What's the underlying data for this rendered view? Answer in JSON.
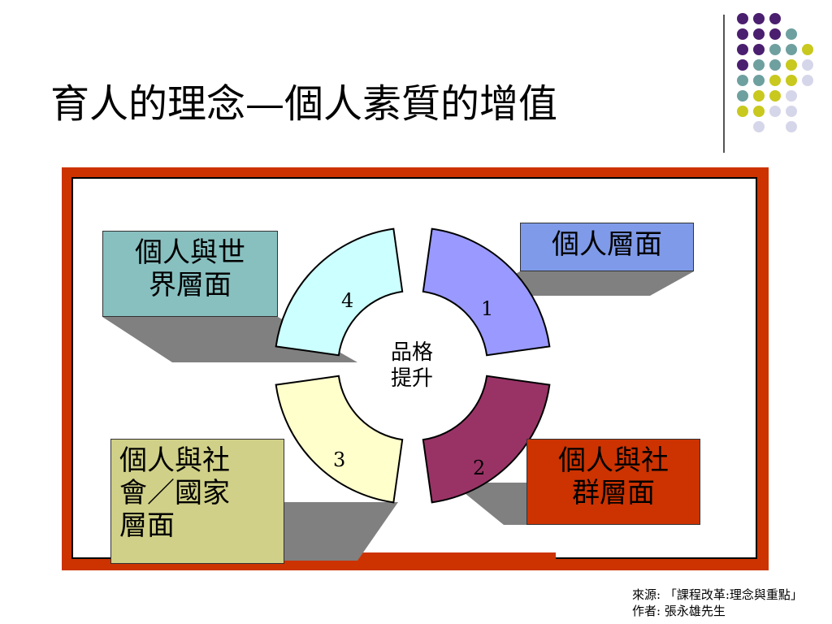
{
  "slide": {
    "title": "育人的理念—個人素質的增值"
  },
  "diagram": {
    "center_label": "品格\n提升",
    "segments": [
      {
        "number": "1",
        "color": "#9999ff"
      },
      {
        "number": "2",
        "color": "#993366"
      },
      {
        "number": "3",
        "color": "#ffffcc"
      },
      {
        "number": "4",
        "color": "#ccffff"
      }
    ],
    "boxes": {
      "personal": {
        "label": "個人層面",
        "color": "#7f9ae8"
      },
      "community": {
        "label": "個人與社\n群層面",
        "color": "#cc3300"
      },
      "society": {
        "label": "個人與社\n會／國家\n層面",
        "color": "#d0d088"
      },
      "world": {
        "label": "個人與世\n界層面",
        "color": "#88c0c0"
      }
    },
    "frame_color": "#cc3300"
  },
  "footer": {
    "source_line": "來源: 「課程改革:理念與重點」",
    "author_line": "作者: 張永雄先生"
  },
  "decoration": {
    "dot_colors": [
      "#4b1f6f",
      "#6fa0a0",
      "#c8c81e",
      "#d6d6ea"
    ]
  }
}
